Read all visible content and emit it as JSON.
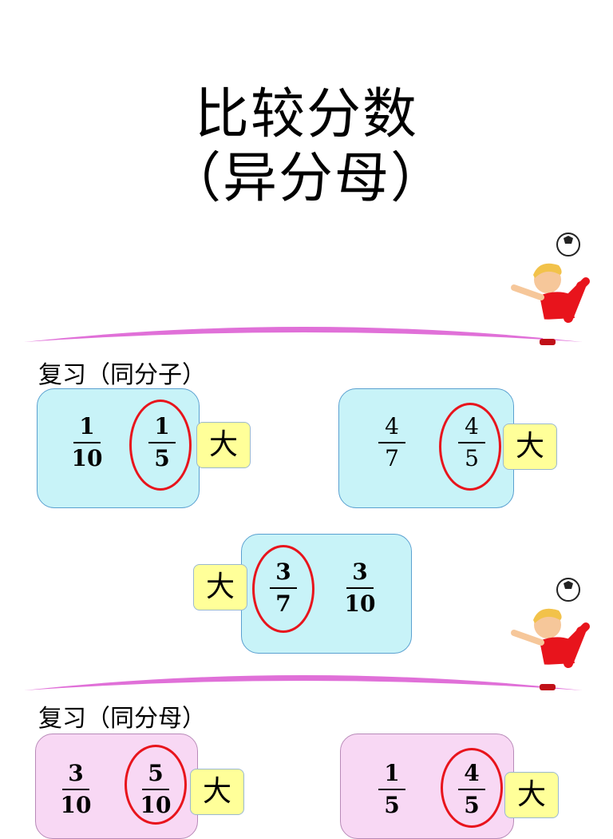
{
  "title": {
    "line1": "比较分数",
    "line2": "（异分母）"
  },
  "section1": {
    "label": "复习（同分子）"
  },
  "section2": {
    "label": "复习（同分母）"
  },
  "badge_label": "大",
  "cards": {
    "a": {
      "left": {
        "num": "1",
        "den": "10"
      },
      "right": {
        "num": "1",
        "den": "5"
      }
    },
    "b": {
      "left": {
        "num": "4",
        "den": "7"
      },
      "right": {
        "num": "4",
        "den": "5"
      }
    },
    "c": {
      "left": {
        "num": "3",
        "den": "7"
      },
      "right": {
        "num": "3",
        "den": "10"
      }
    },
    "d": {
      "left": {
        "num": "3",
        "den": "10"
      },
      "right": {
        "num": "5",
        "den": "10"
      }
    },
    "e": {
      "left": {
        "num": "1",
        "den": "5"
      },
      "right": {
        "num": "4",
        "den": "5"
      }
    }
  },
  "colors": {
    "card_blue": "#c8f3f8",
    "card_pink": "#f8d8f4",
    "ring": "#e8141c",
    "badge": "#ffff99",
    "swoosh": "#e070d8"
  },
  "icons": [
    "soccer-player-icon",
    "soccer-ball-icon"
  ]
}
